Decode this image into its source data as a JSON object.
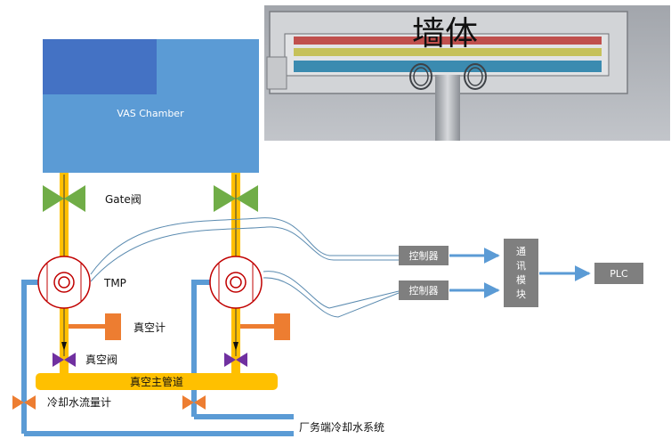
{
  "diagram": {
    "chamber_label": "VAS Chamber",
    "wall_label": "墙体",
    "gate_valve_label": "Gate阀",
    "tmp_label": "TMP",
    "vacuum_gauge_label": "真空计",
    "vacuum_valve_label": "真空阀",
    "main_pipe_label": "真空主管道",
    "flowmeter_label": "冷却水流量计",
    "facility_water_label": "厂务端冷却水系统",
    "controller_1_label": "控制器",
    "controller_2_label": "控制器",
    "comm_module_label": "通\n讯\n模\n块",
    "comm_module_chars": [
      "通",
      "讯",
      "模",
      "块"
    ],
    "plc_label": "PLC"
  },
  "colors": {
    "chamber_fill": "#5B9BD5",
    "chamber_dark": "#4472C4",
    "pipe_orange": "#FFC000",
    "pipe_water": "#5B9BD5",
    "valve_green": "#70AD47",
    "valve_purple": "#7030A0",
    "flowmeter_orange": "#ED7D31",
    "gauge_orange": "#ED7D31",
    "tmp_red": "#C00000",
    "box_gray": "#7F7F7F",
    "arrow_blue": "#5B9BD5"
  }
}
